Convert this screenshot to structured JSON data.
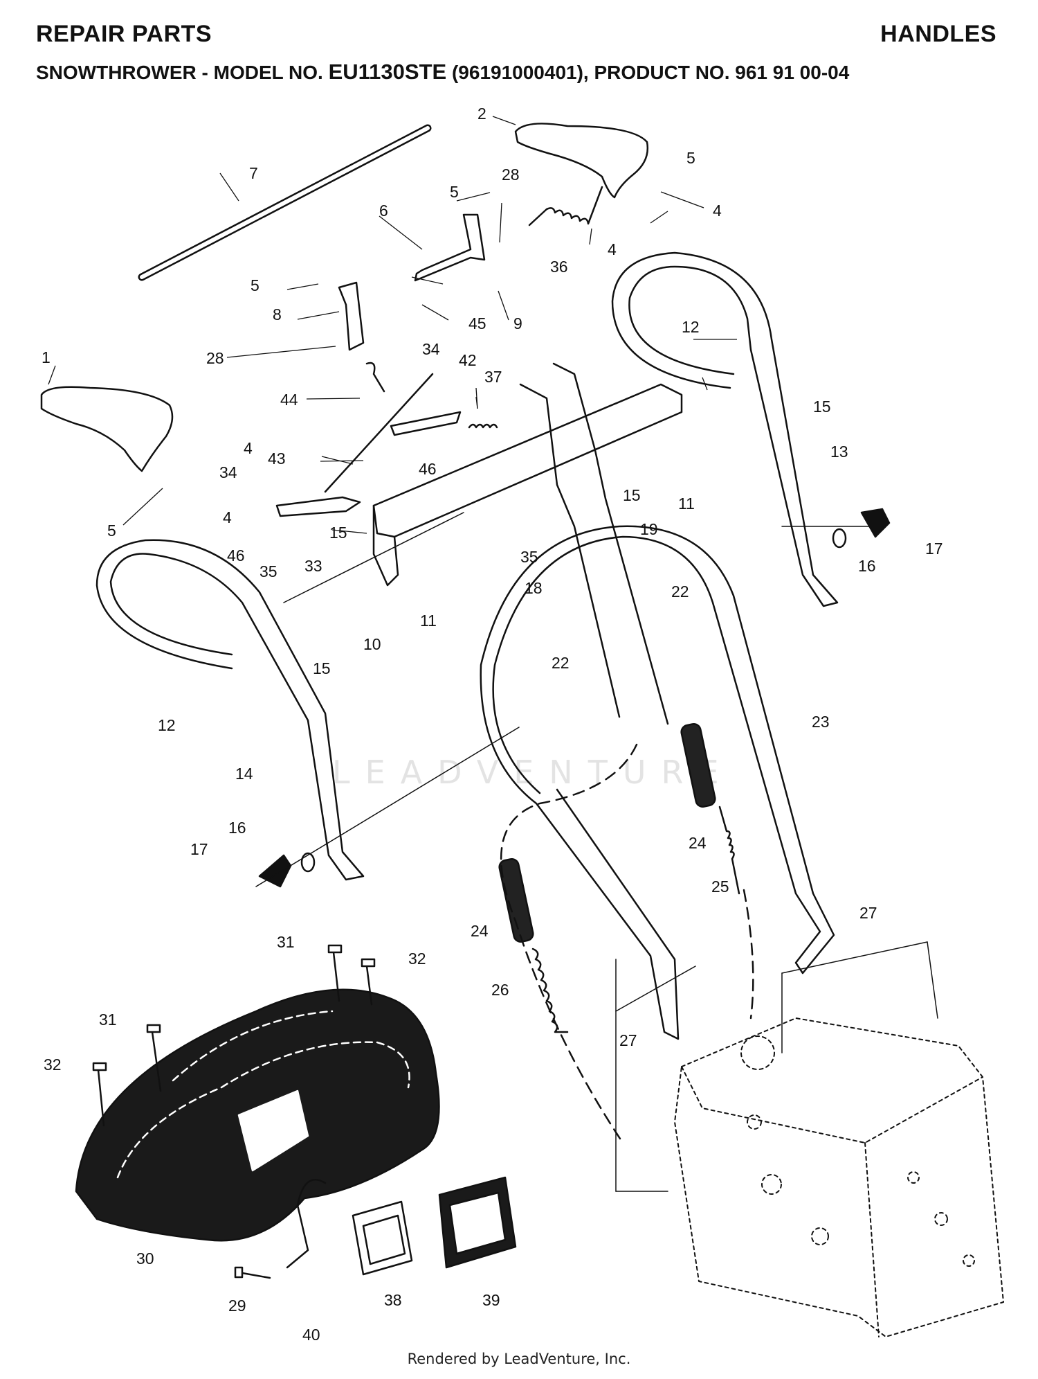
{
  "header": {
    "left_title": "REPAIR PARTS",
    "right_title": "HANDLES",
    "subtitle_prefix": "SNOWTHROWER - MODEL NO.",
    "model": "EU1130STE",
    "subtitle_suffix": "(96191000401), PRODUCT NO. 961 91 00-04"
  },
  "watermark": "LEADVENTURE",
  "footer": "Rendered by LeadVenture, Inc.",
  "callouts": [
    {
      "id": "c1",
      "text": "1"
    },
    {
      "id": "c2",
      "text": "2"
    },
    {
      "id": "c4a",
      "text": "4"
    },
    {
      "id": "c4b",
      "text": "4"
    },
    {
      "id": "c4c",
      "text": "4"
    },
    {
      "id": "c4d",
      "text": "4"
    },
    {
      "id": "c5a",
      "text": "5"
    },
    {
      "id": "c5b",
      "text": "5"
    },
    {
      "id": "c5c",
      "text": "5"
    },
    {
      "id": "c5d",
      "text": "5"
    },
    {
      "id": "c6",
      "text": "6"
    },
    {
      "id": "c7",
      "text": "7"
    },
    {
      "id": "c8",
      "text": "8"
    },
    {
      "id": "c9",
      "text": "9"
    },
    {
      "id": "c10",
      "text": "10"
    },
    {
      "id": "c11a",
      "text": "11"
    },
    {
      "id": "c11b",
      "text": "11"
    },
    {
      "id": "c12a",
      "text": "12"
    },
    {
      "id": "c12b",
      "text": "12"
    },
    {
      "id": "c13",
      "text": "13"
    },
    {
      "id": "c14",
      "text": "14"
    },
    {
      "id": "c15a",
      "text": "15"
    },
    {
      "id": "c15b",
      "text": "15"
    },
    {
      "id": "c15c",
      "text": "15"
    },
    {
      "id": "c15d",
      "text": "15"
    },
    {
      "id": "c16a",
      "text": "16"
    },
    {
      "id": "c16b",
      "text": "16"
    },
    {
      "id": "c17a",
      "text": "17"
    },
    {
      "id": "c17b",
      "text": "17"
    },
    {
      "id": "c18",
      "text": "18"
    },
    {
      "id": "c19",
      "text": "19"
    },
    {
      "id": "c22a",
      "text": "22"
    },
    {
      "id": "c22b",
      "text": "22"
    },
    {
      "id": "c23",
      "text": "23"
    },
    {
      "id": "c24a",
      "text": "24"
    },
    {
      "id": "c24b",
      "text": "24"
    },
    {
      "id": "c25",
      "text": "25"
    },
    {
      "id": "c26",
      "text": "26"
    },
    {
      "id": "c27a",
      "text": "27"
    },
    {
      "id": "c27b",
      "text": "27"
    },
    {
      "id": "c28a",
      "text": "28"
    },
    {
      "id": "c28b",
      "text": "28"
    },
    {
      "id": "c29",
      "text": "29"
    },
    {
      "id": "c30",
      "text": "30"
    },
    {
      "id": "c31a",
      "text": "31"
    },
    {
      "id": "c31b",
      "text": "31"
    },
    {
      "id": "c32a",
      "text": "32"
    },
    {
      "id": "c32b",
      "text": "32"
    },
    {
      "id": "c33",
      "text": "33"
    },
    {
      "id": "c34a",
      "text": "34"
    },
    {
      "id": "c34b",
      "text": "34"
    },
    {
      "id": "c35a",
      "text": "35"
    },
    {
      "id": "c35b",
      "text": "35"
    },
    {
      "id": "c36",
      "text": "36"
    },
    {
      "id": "c37",
      "text": "37"
    },
    {
      "id": "c38",
      "text": "38"
    },
    {
      "id": "c39",
      "text": "39"
    },
    {
      "id": "c40",
      "text": "40"
    },
    {
      "id": "c42",
      "text": "42"
    },
    {
      "id": "c43",
      "text": "43"
    },
    {
      "id": "c44",
      "text": "44"
    },
    {
      "id": "c45",
      "text": "45"
    },
    {
      "id": "c46a",
      "text": "46"
    },
    {
      "id": "c46b",
      "text": "46"
    }
  ]
}
